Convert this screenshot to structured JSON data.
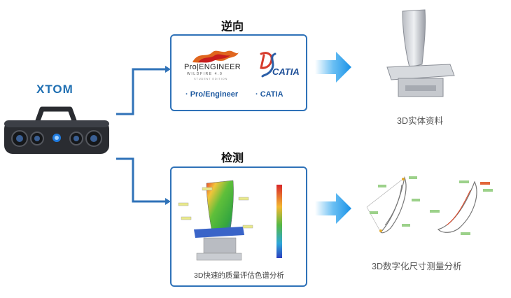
{
  "scanner": {
    "label": "XTOM"
  },
  "reverse": {
    "title": "逆向",
    "proe_logo": {
      "brand": "Pro|ENGINEER",
      "sub": "WILDFIRE 4.0",
      "edition": "STUDENT EDITION"
    },
    "catia_logo": {
      "brand": "CATIA"
    },
    "software": [
      "· Pro/Engineer",
      "· CATIA"
    ],
    "result": "3D实体资料"
  },
  "inspect": {
    "title": "检测",
    "caption": "3D快速的质量评估色谱分析",
    "result": "3D数字化尺寸测量分析"
  },
  "colors": {
    "accent": "#2f72b8",
    "arrow": "#29a3ee",
    "label": "#1f6fb2"
  }
}
